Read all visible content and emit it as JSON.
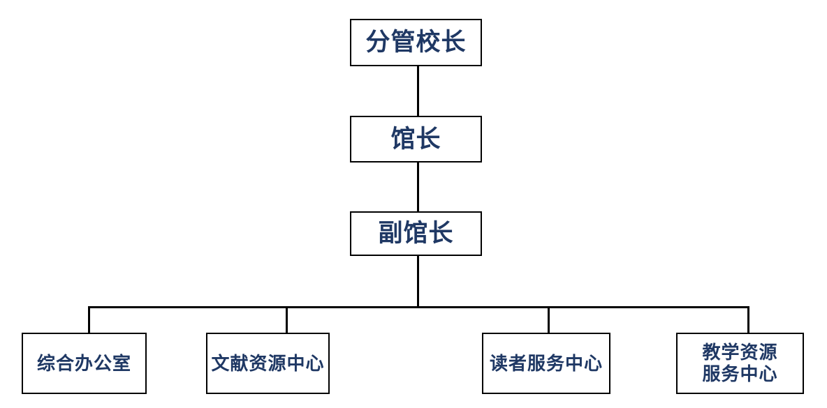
{
  "diagram": {
    "title_text_color": "#1F3864",
    "line_color": "#000000",
    "background_color": "#ffffff",
    "levels": [
      {
        "level": 1,
        "nodes": [
          {
            "id": "vice-principal",
            "label": "分管校长"
          }
        ]
      },
      {
        "level": 2,
        "nodes": [
          {
            "id": "library-director",
            "label": "馆长"
          }
        ]
      },
      {
        "level": 3,
        "nodes": [
          {
            "id": "deputy-director",
            "label": "副馆长"
          }
        ]
      },
      {
        "level": 4,
        "nodes": [
          {
            "id": "general-office",
            "label": "综合办公室"
          },
          {
            "id": "literature-resource-center",
            "label": "文献资源中心"
          },
          {
            "id": "reader-service-center",
            "label": "读者服务中心"
          },
          {
            "id": "teaching-resource-service-center",
            "label": "教学资源\n服务中心"
          }
        ]
      }
    ]
  }
}
